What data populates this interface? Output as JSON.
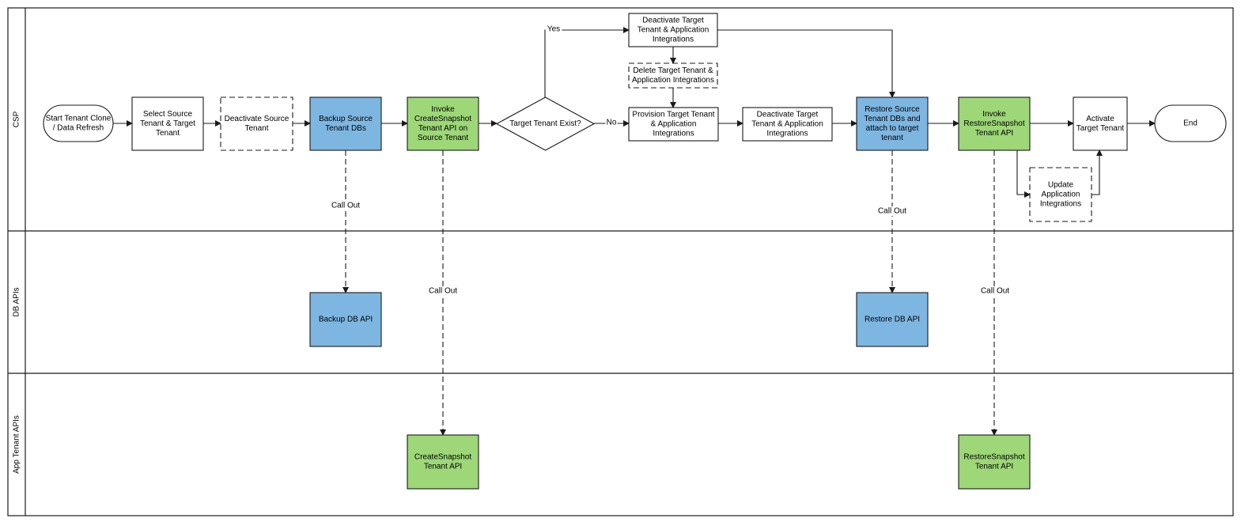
{
  "colors": {
    "blue": "#7eb6e2",
    "green": "#9dd777",
    "white": "#ffffff",
    "stroke": "#1a1a1a"
  },
  "lanes": [
    {
      "id": "csp",
      "label": "CSP"
    },
    {
      "id": "db",
      "label": "DB APIs"
    },
    {
      "id": "app",
      "label": "App Tenant APIs"
    }
  ],
  "nodes": [
    {
      "id": "start",
      "lines": [
        "Start Tenant Clone",
        "/  Data Refresh"
      ],
      "fill": "white",
      "shape": "terminator"
    },
    {
      "id": "select",
      "lines": [
        "Select Source",
        "Tenant & Target",
        "Tenant"
      ],
      "fill": "white",
      "shape": "rect"
    },
    {
      "id": "deact-src",
      "lines": [
        "Deactivate Source",
        "Tenant"
      ],
      "fill": "white",
      "shape": "rect-dashed"
    },
    {
      "id": "backup",
      "lines": [
        "Backup Source",
        "Tenant DBs"
      ],
      "fill": "blue",
      "shape": "rect"
    },
    {
      "id": "invoke-create",
      "lines": [
        "Invoke",
        "CreateSnapshot",
        "Tenant API on",
        "Source Tenant"
      ],
      "fill": "green",
      "shape": "rect"
    },
    {
      "id": "decision",
      "lines": [
        "Target Tenant Exist?"
      ],
      "fill": "white",
      "shape": "diamond"
    },
    {
      "id": "deact-tgt-top",
      "lines": [
        "Deactivate Target",
        "Tenant & Application",
        "Integrations"
      ],
      "fill": "white",
      "shape": "rect"
    },
    {
      "id": "delete-tgt",
      "lines": [
        "Delete  Target Tenant &",
        "Application Integrations"
      ],
      "fill": "white",
      "shape": "rect-dashed"
    },
    {
      "id": "provision",
      "lines": [
        "Provision Target Tenant",
        "& Application",
        "Integrations"
      ],
      "fill": "white",
      "shape": "rect"
    },
    {
      "id": "deact-tgt-2",
      "lines": [
        "Deactivate Target",
        "Tenant & Application",
        "Integrations"
      ],
      "fill": "white",
      "shape": "rect"
    },
    {
      "id": "restore-src",
      "lines": [
        "Restore Source",
        "Tenant DBs and",
        "attach to target",
        "tenant"
      ],
      "fill": "blue",
      "shape": "rect"
    },
    {
      "id": "invoke-restore",
      "lines": [
        "Invoke",
        "RestoreSnapshot",
        "Tenant API"
      ],
      "fill": "green",
      "shape": "rect"
    },
    {
      "id": "activate",
      "lines": [
        "Activate",
        "Target Tenant"
      ],
      "fill": "white",
      "shape": "rect"
    },
    {
      "id": "end",
      "lines": [
        "End"
      ],
      "fill": "white",
      "shape": "terminator"
    },
    {
      "id": "update-app",
      "lines": [
        "Update",
        "Application",
        "Integrations"
      ],
      "fill": "white",
      "shape": "rect-dashed"
    },
    {
      "id": "backup-db-api",
      "lines": [
        "Backup DB API"
      ],
      "fill": "blue",
      "shape": "rect"
    },
    {
      "id": "restore-db-api",
      "lines": [
        "Restore DB API"
      ],
      "fill": "blue",
      "shape": "rect"
    },
    {
      "id": "create-snap-api",
      "lines": [
        "CreateSnapshot",
        "Tenant API"
      ],
      "fill": "green",
      "shape": "rect"
    },
    {
      "id": "restore-snap-api",
      "lines": [
        "RestoreSnapshot",
        "Tenant API"
      ],
      "fill": "green",
      "shape": "rect"
    }
  ],
  "edges": [
    {
      "from": "start",
      "to": "select",
      "label": ""
    },
    {
      "from": "select",
      "to": "deact-src",
      "label": ""
    },
    {
      "from": "deact-src",
      "to": "backup",
      "label": ""
    },
    {
      "from": "backup",
      "to": "invoke-create",
      "label": ""
    },
    {
      "from": "invoke-create",
      "to": "decision",
      "label": ""
    },
    {
      "from": "decision",
      "to": "deact-tgt-top",
      "label": "Yes"
    },
    {
      "from": "decision",
      "to": "provision",
      "label": "No"
    },
    {
      "from": "deact-tgt-top",
      "to": "delete-tgt",
      "label": ""
    },
    {
      "from": "delete-tgt",
      "to": "provision",
      "label": ""
    },
    {
      "from": "deact-tgt-top",
      "to": "restore-src",
      "label": ""
    },
    {
      "from": "provision",
      "to": "deact-tgt-2",
      "label": ""
    },
    {
      "from": "deact-tgt-2",
      "to": "restore-src",
      "label": ""
    },
    {
      "from": "restore-src",
      "to": "invoke-restore",
      "label": ""
    },
    {
      "from": "invoke-restore",
      "to": "activate",
      "label": ""
    },
    {
      "from": "activate",
      "to": "end",
      "label": ""
    },
    {
      "from": "invoke-restore",
      "to": "update-app",
      "label": ""
    },
    {
      "from": "update-app",
      "to": "activate",
      "label": ""
    },
    {
      "from": "backup",
      "to": "backup-db-api",
      "label": "Call Out"
    },
    {
      "from": "invoke-create",
      "to": "create-snap-api",
      "label": "Call Out"
    },
    {
      "from": "restore-src",
      "to": "restore-db-api",
      "label": "Call Out"
    },
    {
      "from": "invoke-restore",
      "to": "restore-snap-api",
      "label": "Call Out"
    }
  ]
}
